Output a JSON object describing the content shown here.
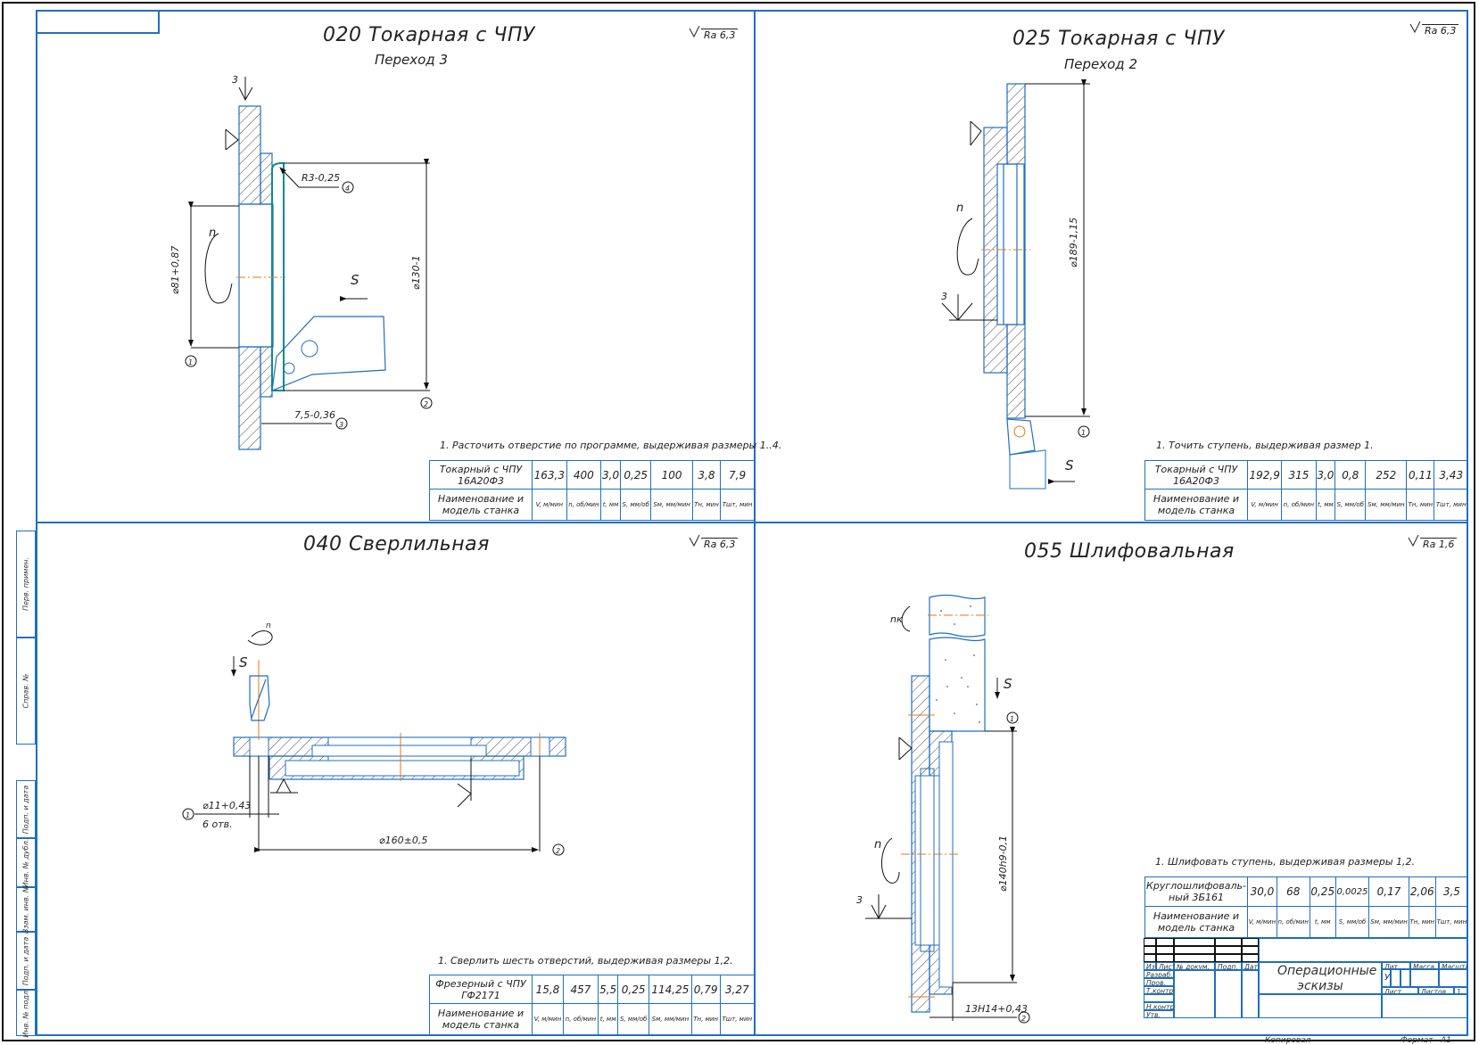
{
  "sheet": {
    "format_label": "Формат",
    "format_value": "А1",
    "copied_label": "Копировал"
  },
  "side_stamp": {
    "top": [
      "Перв. примен.",
      "Справ. №"
    ],
    "bottom": [
      "Подп. и дата",
      "Инв. № дубл.",
      "Взам. инв. №",
      "Подп. и дата",
      "Инв. № подл."
    ]
  },
  "operations": [
    {
      "id": "op020",
      "title": "020 Токарная с ЧПУ",
      "subtitle": "Переход 3",
      "roughness": "Ra 6,3",
      "note": "1. Расточить отверстие по программе, выдерживая размеры 1..4.",
      "machine": "Токарный с ЧПУ 16А20Ф3",
      "values": [
        "163,3",
        "400",
        "3,0",
        "0,25",
        "100",
        "3,8",
        "7,9"
      ],
      "dimensions": {
        "d1": "⌀81+0,87",
        "d2": "⌀130-1",
        "d3": "7,5-0,36",
        "d4": "R3-0,25",
        "feed": "S",
        "rotation": "n",
        "surface_mark": "3"
      },
      "balloons": [
        "1",
        "2",
        "3",
        "4"
      ]
    },
    {
      "id": "op025",
      "title": "025 Токарная с ЧПУ",
      "subtitle": "Переход 2",
      "roughness": "Ra 6,3",
      "note": "1. Точить ступень, выдерживая размер 1.",
      "machine": "Токарный с ЧПУ 16А20Ф3",
      "values": [
        "192,9",
        "315",
        "3,0",
        "0,8",
        "252",
        "0,11",
        "3,43"
      ],
      "dimensions": {
        "d1": "⌀189-1,15",
        "feed": "S",
        "rotation": "n",
        "surface_mark": "3"
      },
      "balloons": [
        "1"
      ]
    },
    {
      "id": "op040",
      "title": "040 Сверлильная",
      "subtitle": "",
      "roughness": "Ra 6,3",
      "note": "1. Сверлить шесть отверстий, выдерживая размеры 1,2.",
      "machine": "Фрезерный с ЧПУ ГФ2171",
      "values": [
        "15,8",
        "457",
        "5,5",
        "0,25",
        "114,25",
        "0,79",
        "3,27"
      ],
      "dimensions": {
        "d1": "⌀11+0,43",
        "d1_count": "6 отв.",
        "d2": "⌀160±0,5",
        "feed": "S",
        "rotation": "n"
      },
      "balloons": [
        "1",
        "2"
      ]
    },
    {
      "id": "op055",
      "title": "055 Шлифовальная",
      "subtitle": "",
      "roughness": "Ra 1,6",
      "note": "1. Шлифовать ступень, выдерживая размеры 1,2.",
      "machine": "Круглошлифоваль-ный 3Б161",
      "values": [
        "30,0",
        "68",
        "0,25",
        "0,0025",
        "0,17",
        "2,06",
        "3,5"
      ],
      "dimensions": {
        "d1": "⌀140h9-0,1",
        "d2": "13H14+0,43",
        "feed": "S",
        "rotation": "n",
        "wheel_rotation": "nк",
        "surface_mark": "3"
      },
      "balloons": [
        "1",
        "2"
      ]
    }
  ],
  "table_labels": {
    "name_label": "Наименование и модель станка",
    "units": [
      "V, м/мин",
      "n, об/мин",
      "t, мм",
      "S, мм/об",
      "Sм, мм/мин",
      "Тн, мин",
      "Тшт, мин"
    ]
  },
  "title_block": {
    "document_title": "Операционные эскизы",
    "headers": [
      "Изм.",
      "Лист",
      "№ докум.",
      "Подп.",
      "Дата"
    ],
    "roles": [
      "Разраб.",
      "Пров.",
      "Т.контр.",
      "",
      "Н.контр.",
      "Утв."
    ],
    "lit_label": "Лит.",
    "mass_label": "Масса",
    "scale_label": "Масштаб",
    "lit_value": "У",
    "sheet_label": "Лист",
    "sheets_label": "Листов",
    "sheets_value": "1"
  },
  "colors": {
    "frame": "#1f6fc0",
    "hatch": "#333333",
    "axis": "#e07a1a",
    "teal": "#0f8a8a"
  }
}
